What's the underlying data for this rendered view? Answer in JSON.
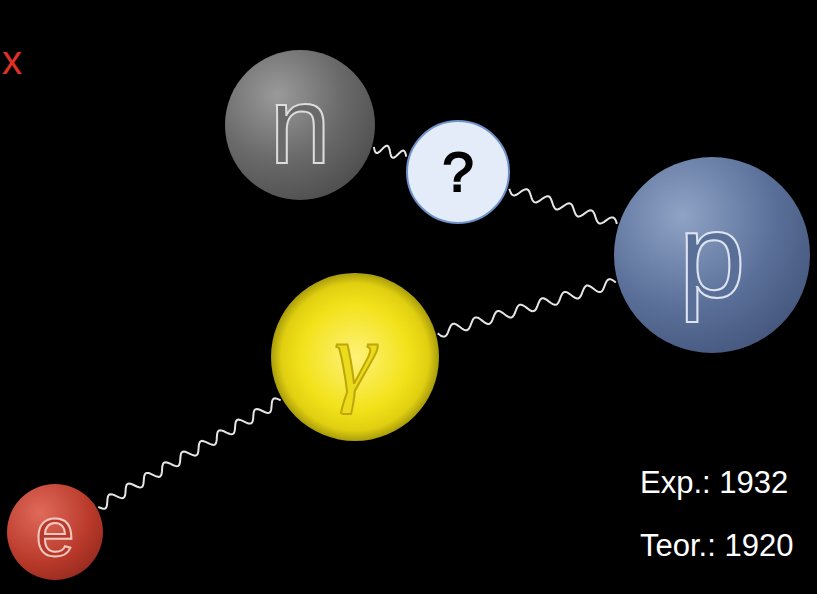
{
  "diagram": {
    "nodes": [
      {
        "text": [
          "n"
        ]
      },
      {
        "text": [
          "?"
        ]
      },
      {
        "text": [
          "p"
        ]
      },
      {
        "text": [
          "γ"
        ]
      },
      {
        "text": [
          "e"
        ]
      }
    ],
    "edges": [
      {
        "from": 0,
        "to": 1,
        "arrow": "none"
      },
      {
        "from": 1,
        "to": 2,
        "arrow": "none"
      },
      {
        "from": 3,
        "to": 2,
        "arrow": "none"
      },
      {
        "from": 4,
        "to": 3,
        "arrow": "none"
      }
    ],
    "labels": [
      "x",
      "Exp.: 1932",
      "Teor.: 1920"
    ]
  }
}
